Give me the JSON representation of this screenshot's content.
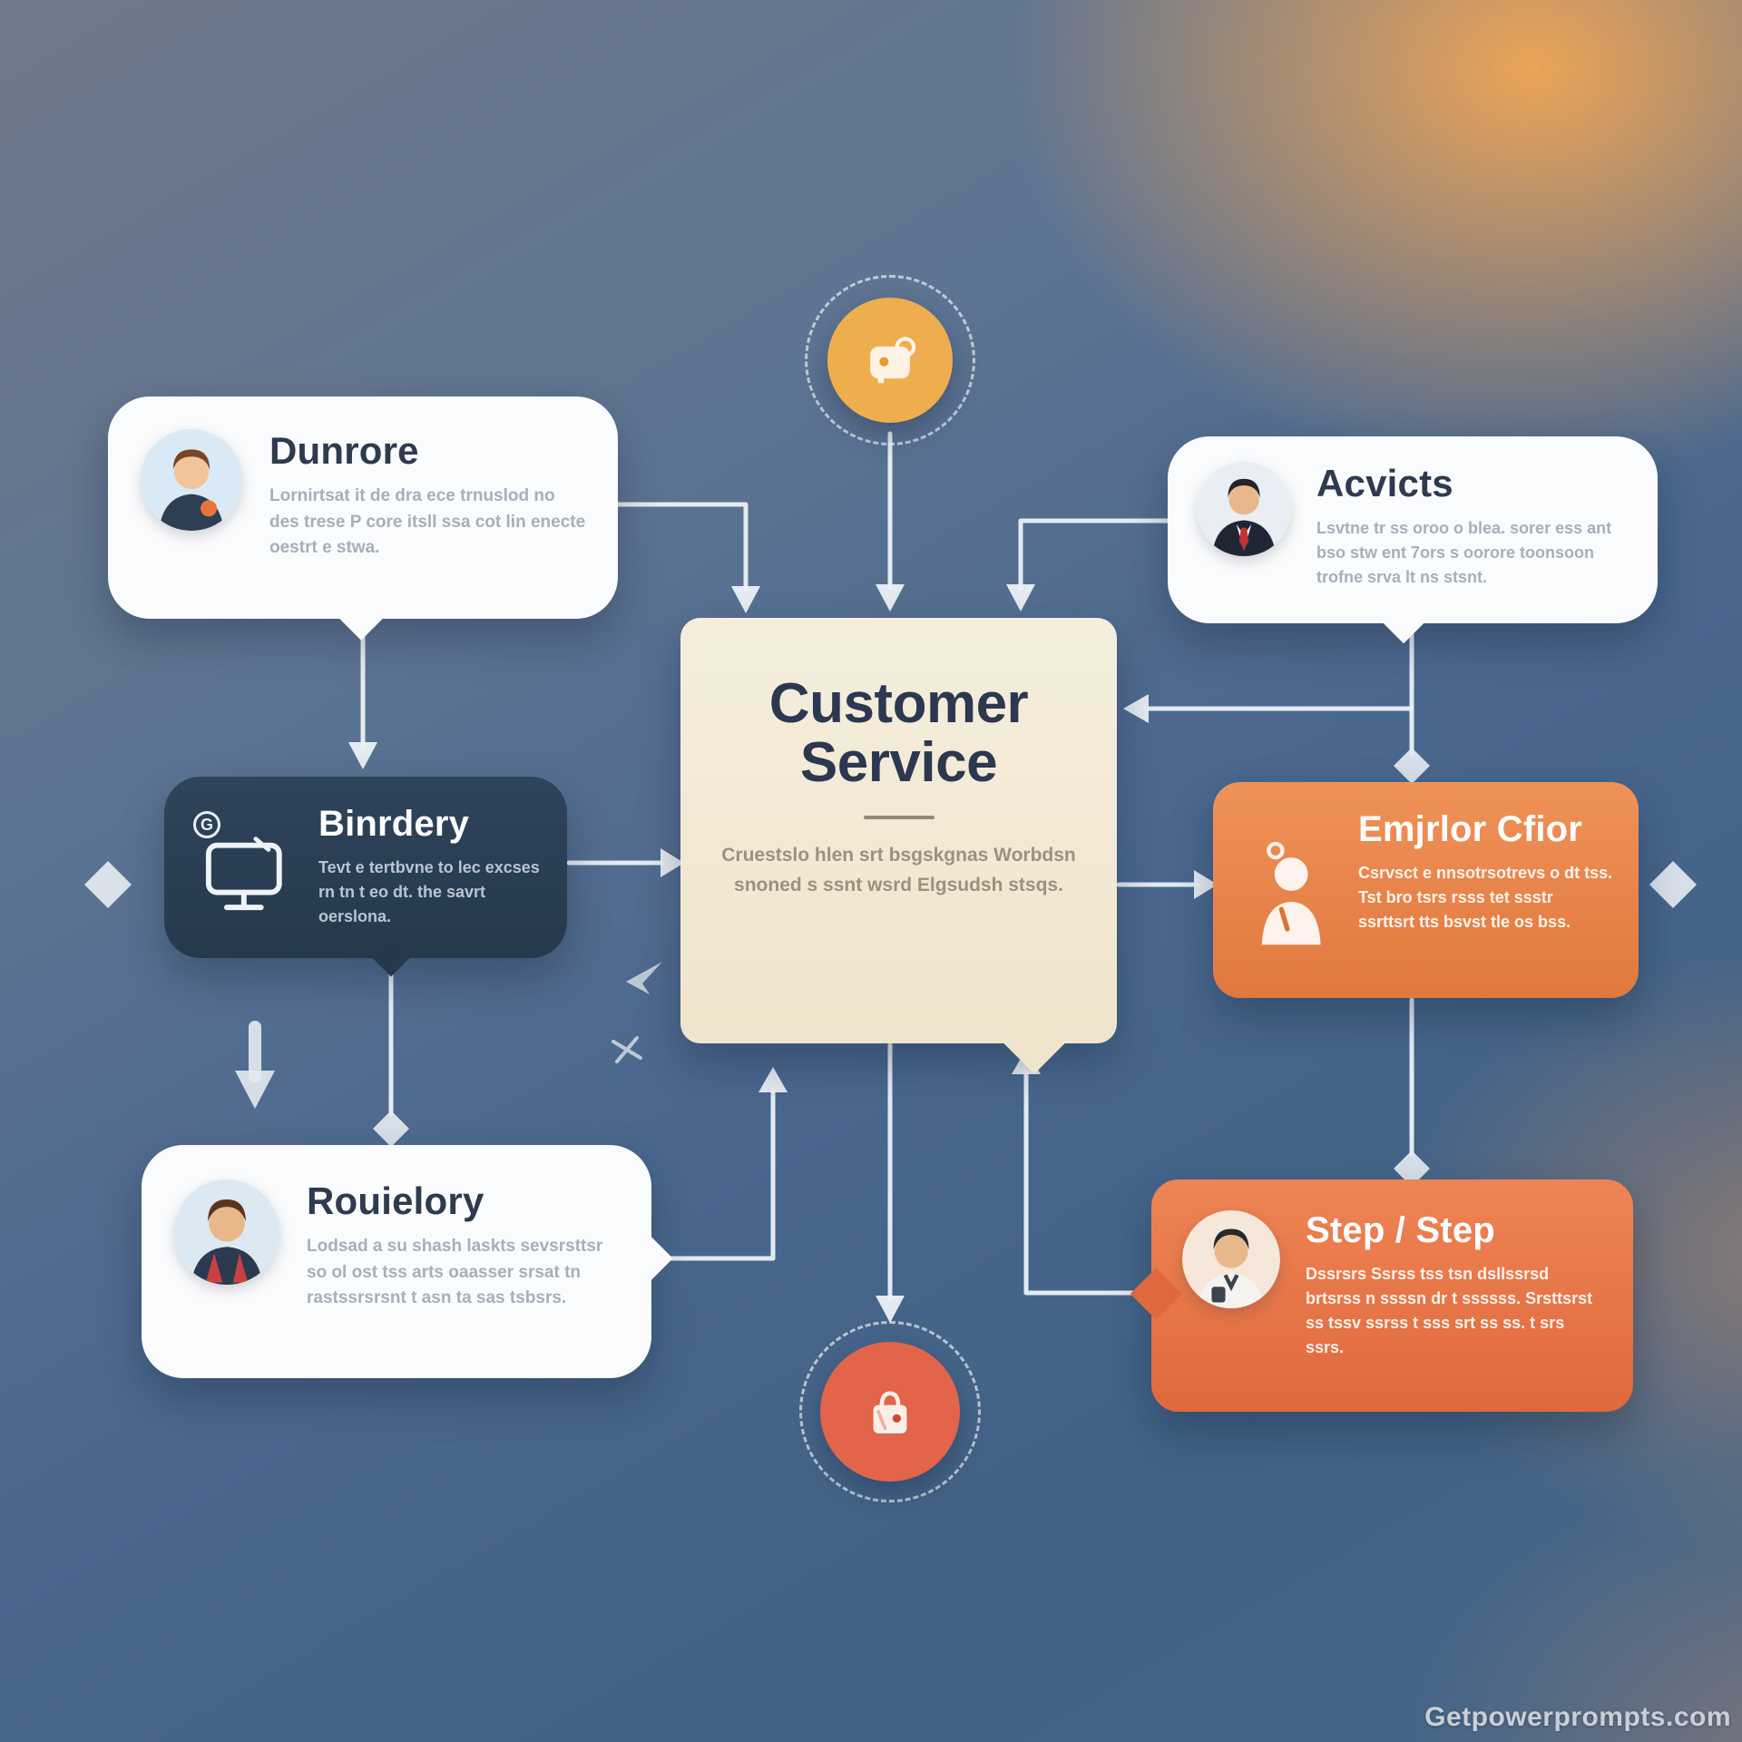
{
  "nodes": {
    "center": {
      "title": "Customer Service",
      "body": "Cruestslo hlen srt bsgskgnas Worbdsn snoned s ssnt wsrd Elgsudsh stsqs."
    },
    "top_left": {
      "title": "Dunrore",
      "body": "Lornirtsat it de dra ece trnuslod no des trese P core itsll ssa cot lin enecte oestrt e stwa."
    },
    "top_right": {
      "title": "Acvicts",
      "body": "Lsvtne tr ss oroo o blea. sorer ess ant bso stw ent 7ors s oorore toonsoon trofne srva lt ns stsnt."
    },
    "mid_left": {
      "title": "Binrdery",
      "icon_letter": "G",
      "body": "Tevt e tertbvne to lec excses rn tn t eo dt. the savrt oerslona."
    },
    "mid_right": {
      "title": "Emjrlor Cfior",
      "body": "Csrvsct e nnsotrsotrevs o dt tss. Tst bro tsrs rsss tet ssstr ssrttsrt tts bsvst tle os bss."
    },
    "bottom_left": {
      "title": "Rouielory",
      "body": "Lodsad a su shash laskts sevsrsttsr so ol ost tss arts oaasser srsat tn rastssrsrsnt t asn ta sas tsbsrs."
    },
    "bottom_right": {
      "title": "Step / Step",
      "body": "Dssrsrs Ssrss tss tsn dsllssrsd brtsrss n ssssn dr t ssssss. Srsttsrst ss tssv ssrss t sss srt ss ss. t srs ssrs."
    }
  },
  "watermark": "Getpowerprompts.com",
  "colors": {
    "accent_orange": "#e8834e",
    "accent_orange_deep": "#df693d",
    "dark_navy": "#2c4257",
    "cream": "#f3ecd9",
    "yellow_node": "#efae4e",
    "red_node": "#e2644a",
    "connector": "#ecf1f7",
    "background_blue": "#4a678e",
    "background_orange": "#f3a654"
  }
}
